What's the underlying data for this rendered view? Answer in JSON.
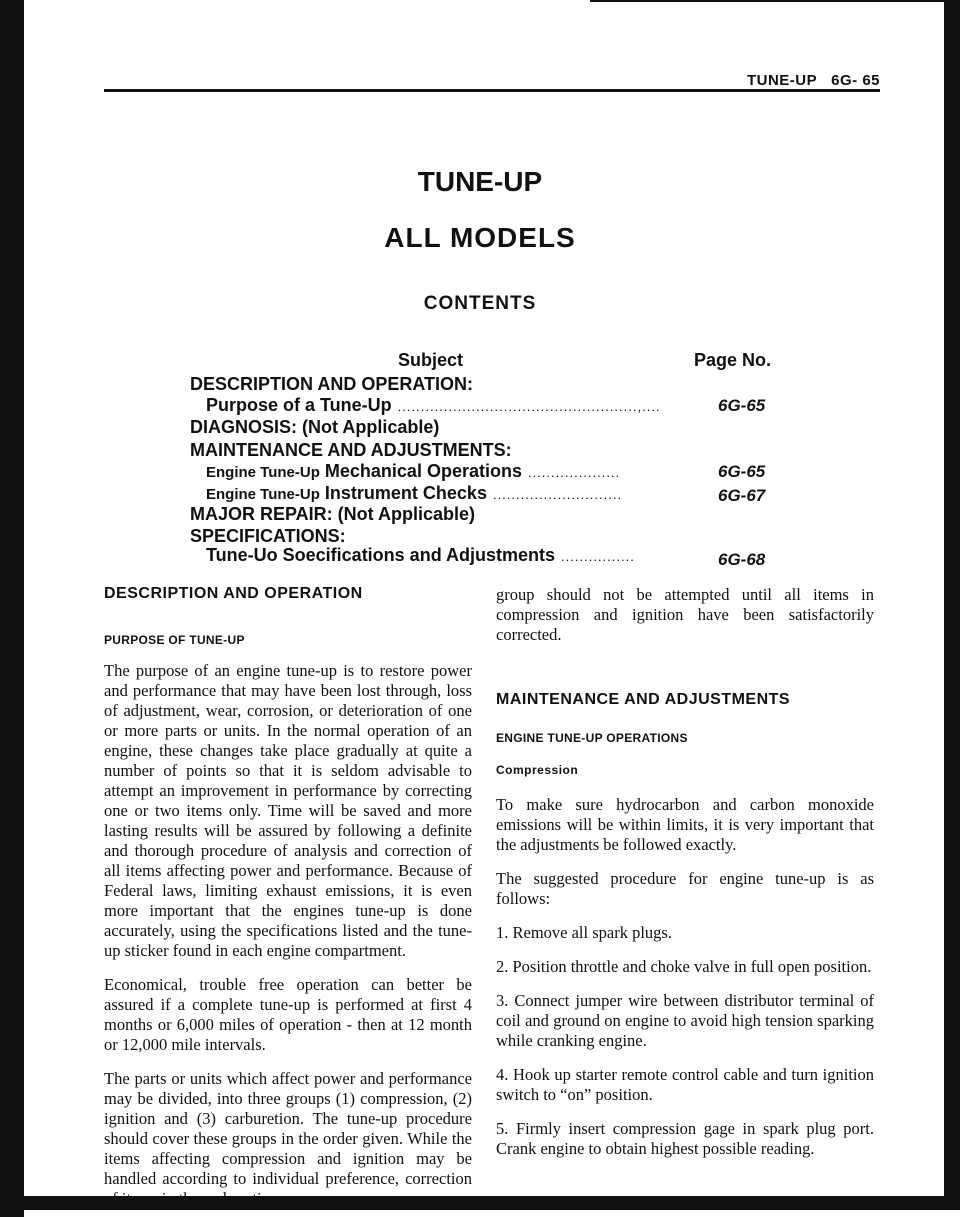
{
  "header": {
    "section": "TUNE-UP",
    "page": "6G- 65"
  },
  "titles": {
    "main": "TUNE-UP",
    "models": "ALL MODELS",
    "contents": "CONTENTS"
  },
  "toc": {
    "subject_heading": "Subject",
    "page_heading": "Page No.",
    "entries": [
      {
        "text": "DESCRIPTION AND OPERATION:"
      },
      {
        "text": "Purpose of a Tune-Up",
        "dots": "....................................................,....",
        "page": "6G-65"
      },
      {
        "text": "DIAGNOSIS: (Not Applicable)"
      },
      {
        "text": "MAINTENANCE AND ADJUSTMENTS:"
      },
      {
        "prefix": "Engine Tune-Up",
        "text": "Mechanical Operations",
        "dots": "....................",
        "page": "6G-65"
      },
      {
        "prefix": "Engine Tune-Up",
        "text": "Instrument Checks",
        "dots": "............................",
        "page": "6G-67"
      },
      {
        "text": "MAJOR REPAIR: (Not Applicable)"
      },
      {
        "text": "SPECIFICATIONS:"
      },
      {
        "text": "Tune-Uo Soecifications and Adjustments",
        "dots": "................",
        "page": "6G-68"
      }
    ]
  },
  "left_column": {
    "heading": "DESCRIPTION AND OPERATION",
    "subheading": "PURPOSE OF TUNE-UP",
    "paragraphs": [
      "The purpose of an engine tune-up is to restore power and performance that may have been lost through, loss of adjustment, wear, corrosion, or deterioration of one or more parts or units. In the normal operation of an engine, these changes take place gradually at quite a number of points so that it is seldom advisable to attempt an improvement in performance by correcting one or two items only. Time will be saved and more lasting results will be assured by following a definite and thorough procedure of analysis and correction of all items affecting power and performance. Because of Federal laws, limiting exhaust emissions, it is even more important that the engines tune-up is done accurately, using the specifications listed and the tune-up sticker found in each engine compartment.",
      "Economical, trouble free operation can better be assured if a complete tune-up is performed at first 4 months or 6,000 miles of operation - then at 12 month or 12,000 mile intervals.",
      "The parts or units which affect power and performance may be divided, into three groups (1) compression, (2) ignition and (3) carburetion. The tune-up procedure should cover these groups in the order given. While the items affecting compression and ignition may be handled according to individual preference, correction of items in the carburetion"
    ]
  },
  "right_column": {
    "continuation": "group should not be attempted until all items in compression and ignition have been satisfactorily corrected.",
    "heading": "MAINTENANCE AND ADJUSTMENTS",
    "subheading": "ENGINE TUNE-UP OPERATIONS",
    "topic": "Compression",
    "intro": "To make sure hydrocarbon and carbon monoxide emissions will be within limits, it is very important that the adjustments be followed exactly.",
    "procedure_intro": "The suggested procedure for engine tune-up is as follows:",
    "steps": [
      "1. Remove all spark plugs.",
      "2. Position throttle and choke valve in full open position.",
      "3. Connect jumper wire between distributor terminal of coil and ground on engine to avoid high tension sparking while cranking engine.",
      "4. Hook up starter remote control cable and turn ignition switch to “on” position.",
      "5. Firmly insert compression gage in spark plug port. Crank engine to obtain highest possible reading."
    ]
  }
}
